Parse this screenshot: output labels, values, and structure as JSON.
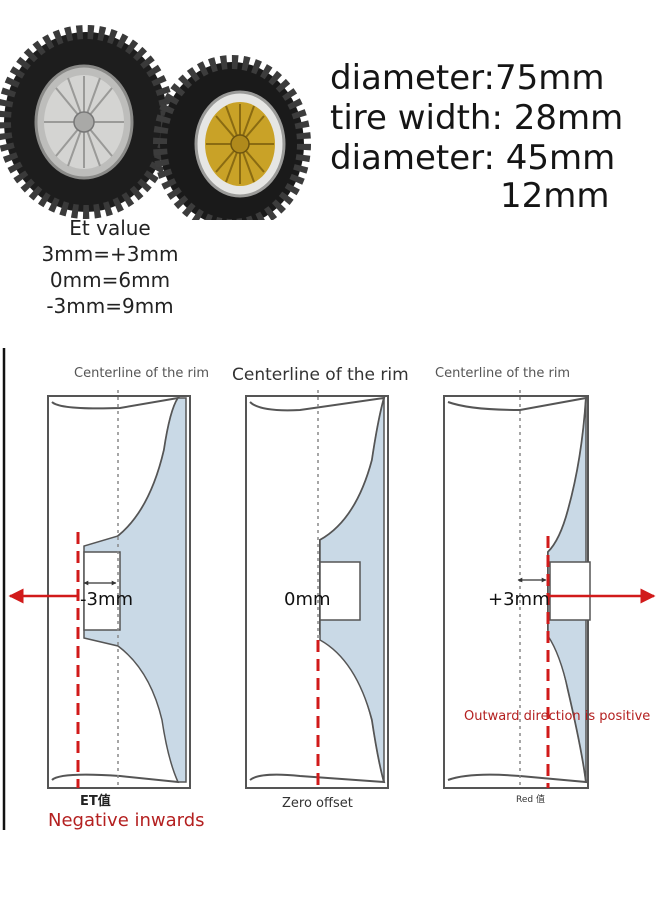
{
  "specs": {
    "line1": "diameter:75mm",
    "line2": "tire width: 28mm",
    "line3": "diameter: 45mm",
    "line4": "12mm"
  },
  "et": {
    "title": "Et value",
    "row1": "3mm=+3mm",
    "row2": "0mm=6mm",
    "row3": "-3mm=9mm"
  },
  "diagram": {
    "left": {
      "caption": "Centerline of the rim",
      "offset": "-3mm",
      "bottom": "ET值",
      "note": "Negative inwards"
    },
    "middle": {
      "caption": "Centerline of the rim",
      "offset": "0mm",
      "bottom": "Zero offset"
    },
    "right": {
      "caption": "Centerline of the rim",
      "offset": "+3mm",
      "bottom": "Red 值",
      "note": "Outward direction is positive"
    }
  },
  "colors": {
    "accent_red": "#d11a1a",
    "rim_fill": "#c9d9e6",
    "rim_stroke": "#555555",
    "tire_dark": "#1c1c1c",
    "wheel_gold": "#c9a227",
    "wheel_silver": "#d4d4d2"
  },
  "icons": [
    "tire-photo-icon",
    "arrow-left-icon",
    "arrow-right-icon"
  ]
}
